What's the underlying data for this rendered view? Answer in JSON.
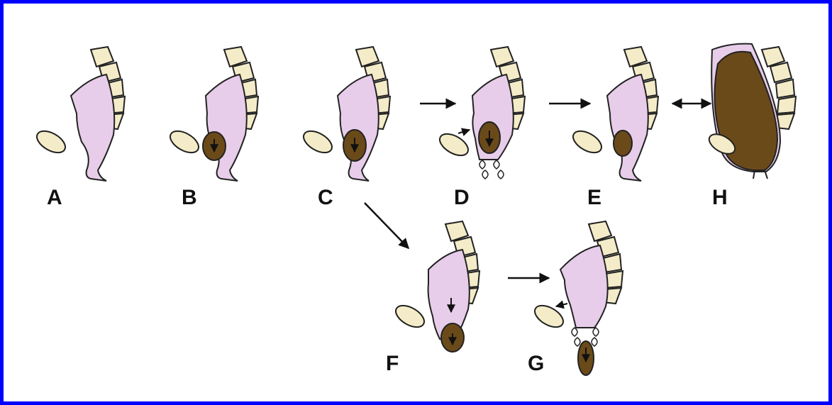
{
  "colors": {
    "border": "#0000ff",
    "rectum": "#e7cde9",
    "outline": "#222222",
    "stool": "#6b4a1a",
    "bone": "#f4ecc8",
    "arrow": "#111111"
  },
  "panels": [
    {
      "id": "A",
      "label": "A"
    },
    {
      "id": "B",
      "label": "B"
    },
    {
      "id": "C",
      "label": "C"
    },
    {
      "id": "D",
      "label": "D"
    },
    {
      "id": "E",
      "label": "E"
    },
    {
      "id": "H",
      "label": "H"
    },
    {
      "id": "F",
      "label": "F"
    },
    {
      "id": "G",
      "label": "G"
    }
  ]
}
